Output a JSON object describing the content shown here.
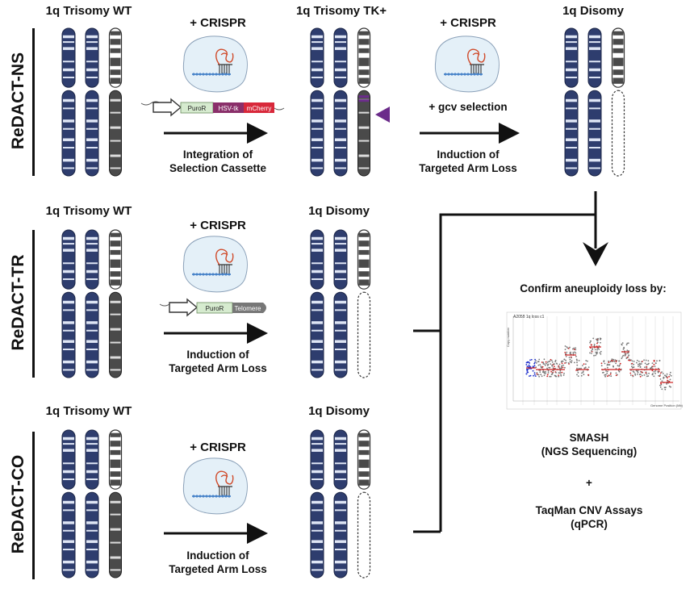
{
  "panels": {
    "ns": {
      "side": "ReDACT-NS",
      "col1": "1q Trisomy WT",
      "col2": "1q Trisomy TK+",
      "col3": "1q Disomy",
      "crispr1": "+ CRISPR",
      "crispr2": "+ CRISPR",
      "gcv": "+ gcv selection",
      "cassette": [
        "PuroR",
        "HSV-tk",
        "mCherry"
      ],
      "step1_l1": "Integration of",
      "step1_l2": "Selection Cassette",
      "step2_l1": "Induction of",
      "step2_l2": "Targeted Arm Loss"
    },
    "tr": {
      "side": "ReDACT-TR",
      "col1": "1q Trisomy WT",
      "col2": "1q Disomy",
      "crispr": "+ CRISPR",
      "cassette": [
        "PuroR",
        "Telomere"
      ],
      "step_l1": "Induction of",
      "step_l2": "Targeted Arm Loss"
    },
    "co": {
      "side": "ReDACT-CO",
      "col1": "1q Trisomy WT",
      "col2": "1q Disomy",
      "crispr": "+ CRISPR",
      "step_l1": "Induction of",
      "step_l2": "Targeted Arm Loss"
    }
  },
  "confirm": {
    "title": "Confirm aneuploidy loss by:",
    "plot_title": "A2058 1q loss c1",
    "plot_ylabel": "Copy number",
    "plot_xlabel": "Genome Position (Mb)",
    "m1": "SMASH",
    "m1_sub": "(NGS Sequencing)",
    "plus": "+",
    "m2": "TaqMan CNV Assays",
    "m2_sub": "(qPCR)"
  },
  "colors": {
    "chrom_blue": "#2e3d6e",
    "chrom_band": "#dfe6f5",
    "chrom_gray": "#4a4a4a",
    "marker_purple": "#6b2b8a",
    "puro_green": "#d6ebcf",
    "hsvtk_purple": "#8a2f6a",
    "mcherry_red": "#d8283a",
    "telomere_gray": "#777777",
    "cell_fill": "#e4f0f8"
  }
}
